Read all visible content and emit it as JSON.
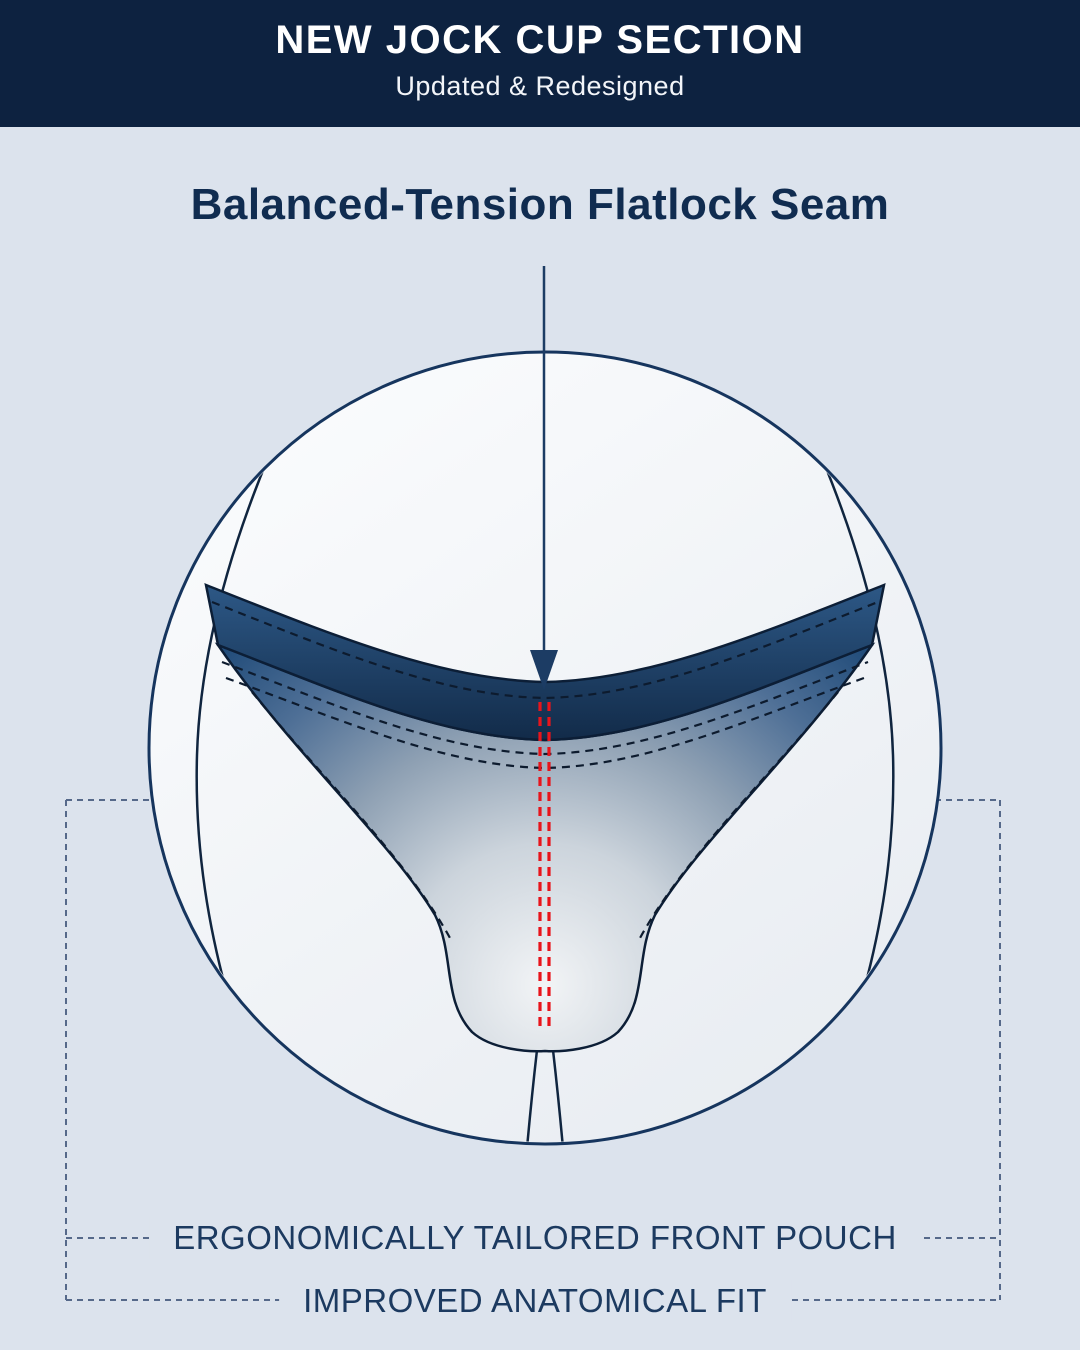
{
  "header": {
    "title": "NEW JOCK CUP SECTION",
    "subtitle": "Updated & Redesigned"
  },
  "main": {
    "heading": "Balanced-Tension Flatlock Seam"
  },
  "callouts": {
    "front_pouch": "ERGONOMICALLY TAILORED FRONT POUCH",
    "anatomical_fit": "IMPROVED ANATOMICAL FIT"
  },
  "colors": {
    "header_bg": "#0d2240",
    "page_bg": "#dce3ed",
    "accent_navy": "#16355e",
    "outline_dark": "#0c1e36",
    "callout_dash": "#56698a",
    "seam_red": "#e8141b"
  }
}
